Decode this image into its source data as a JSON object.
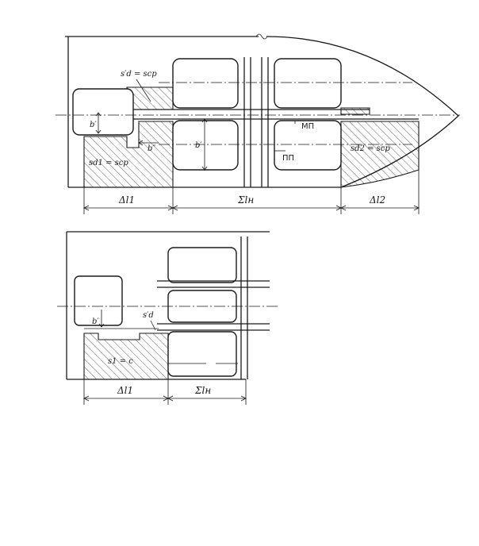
{
  "top": {
    "s_d_prime_label": "s′d = scp",
    "s_d1_label": "sd1 = scp",
    "s_d2_label": "sd2 = scp",
    "b_prime_left": "b′",
    "b_double_prime": "b″",
    "b_prime_right": "b′",
    "mp_label": "МП",
    "pp_label": "ПП",
    "dim_delta_l1": "Δl1",
    "dim_sum_ln": "Σlн",
    "dim_delta_l2": "Δl2"
  },
  "bottom": {
    "s_d_prime_label": "s′d",
    "s1_label": "s1 = c",
    "b_prime": "b′",
    "dim_delta_l1": "Δl1",
    "dim_sum_ln": "Σlн"
  }
}
